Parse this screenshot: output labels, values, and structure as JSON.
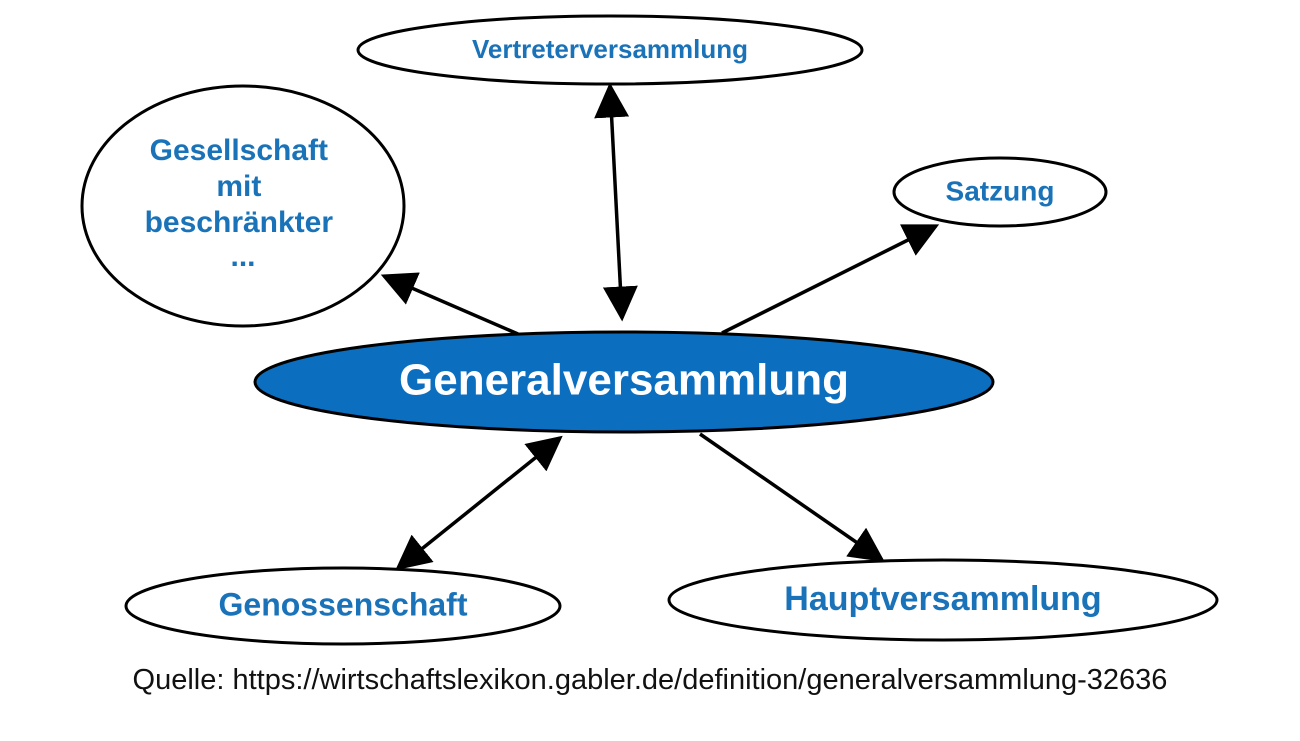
{
  "diagram": {
    "center": {
      "label": "Generalversammlung",
      "fill": "#0b6ebf"
    },
    "nodes": {
      "vertreterversammlung": "Vertreterversammlung",
      "gesellschaft": [
        "Gesellschaft",
        "mit",
        "beschränkter",
        "..."
      ],
      "satzung": "Satzung",
      "genossenschaft": "Genossenschaft",
      "hauptversammlung": "Hauptversammlung"
    },
    "label_color": "#1a73b8"
  },
  "source": "Quelle: https://wirtschaftslexikon.gabler.de/definition/generalversammlung-32636"
}
